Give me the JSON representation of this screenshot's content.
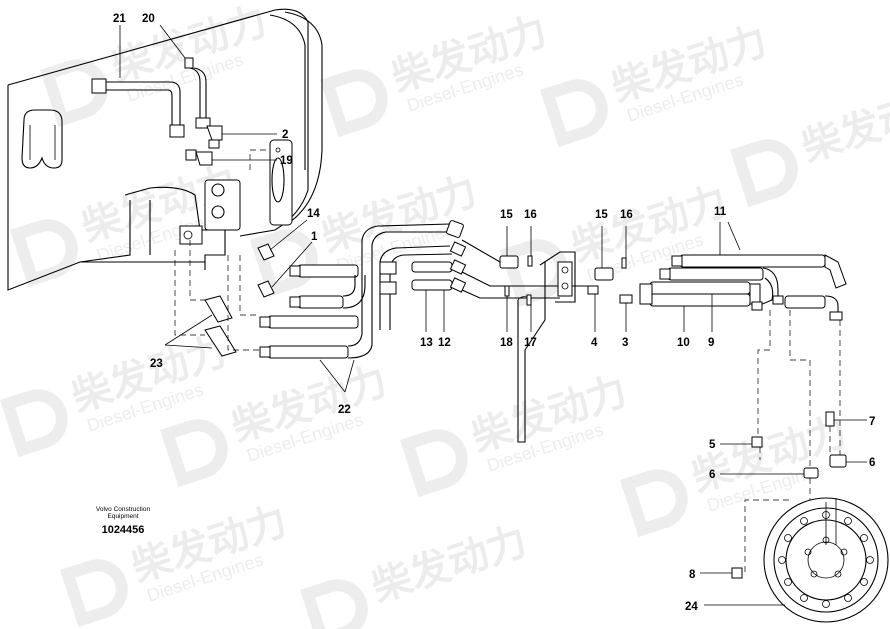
{
  "watermark": {
    "brand_cn": "柴发动力",
    "brand_en": "Diesel-Engines"
  },
  "footer": {
    "brand_line1": "Volvo Construction",
    "brand_line2": "Equipment",
    "doc_number": "1024456"
  },
  "callouts": {
    "c1": "1",
    "c2": "2",
    "c3": "3",
    "c4": "4",
    "c5": "5",
    "c6a": "6",
    "c6b": "6",
    "c7": "7",
    "c8": "8",
    "c9": "9",
    "c10": "10",
    "c11": "11",
    "c12": "12",
    "c13": "13",
    "c14": "14",
    "c15a": "15",
    "c15b": "15",
    "c16a": "16",
    "c16b": "16",
    "c17": "17",
    "c18": "18",
    "c19": "19",
    "c20": "20",
    "c21": "21",
    "c22": "22",
    "c23": "23",
    "c24": "24"
  }
}
